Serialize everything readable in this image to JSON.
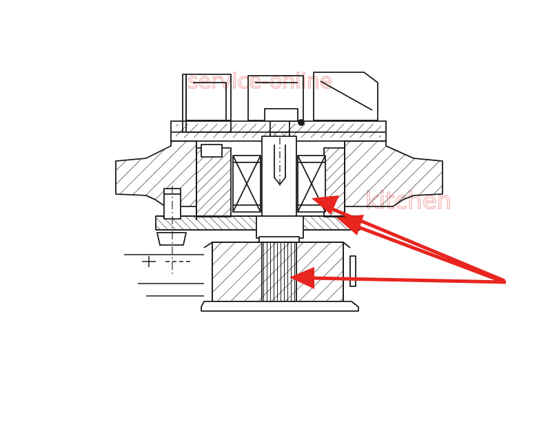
{
  "watermark": {
    "line1": "service-online",
    "line2": "kitchen"
  },
  "colors": {
    "line": "#1a1a1a",
    "arrow": "#e8251f",
    "watermark": "#f2a3a3",
    "background": "#ffffff"
  },
  "callouts": [
    {
      "target": "bearing"
    },
    {
      "target": "bearing-seat"
    },
    {
      "target": "spline-shaft"
    }
  ]
}
